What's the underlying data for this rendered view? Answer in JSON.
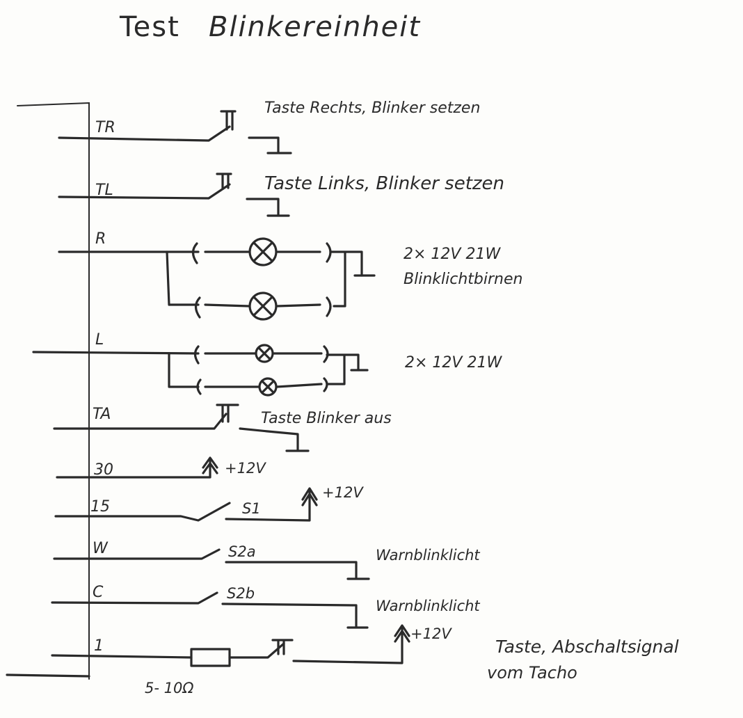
{
  "title": {
    "word1": "Test",
    "word2": "Blinkereinheit"
  },
  "rows": [
    {
      "pin": "TR",
      "label": "Taste Rechts, Blinker setzen"
    },
    {
      "pin": "TL",
      "label": "Taste Links, Blinker setzen"
    },
    {
      "pin": "R",
      "label_line1": "2× 12V 21W",
      "label_line2": "Blinklichtbirnen"
    },
    {
      "pin": "L",
      "label": "2× 12V 21W"
    },
    {
      "pin": "TA",
      "label": "Taste  Blinker aus"
    },
    {
      "pin": "30",
      "supply": "+12V"
    },
    {
      "pin": "15",
      "switch": "S1",
      "supply": "+12V"
    },
    {
      "pin": "W",
      "switch": "S2a",
      "label": "Warnblinklicht"
    },
    {
      "pin": "C",
      "switch": "S2b",
      "label": "Warnblinklicht"
    },
    {
      "pin": "1",
      "supply": "+12V",
      "label_line1": "Taste, Abschaltsignal",
      "label_line2": "vom Tacho",
      "resistor": "5- 10Ω"
    }
  ]
}
